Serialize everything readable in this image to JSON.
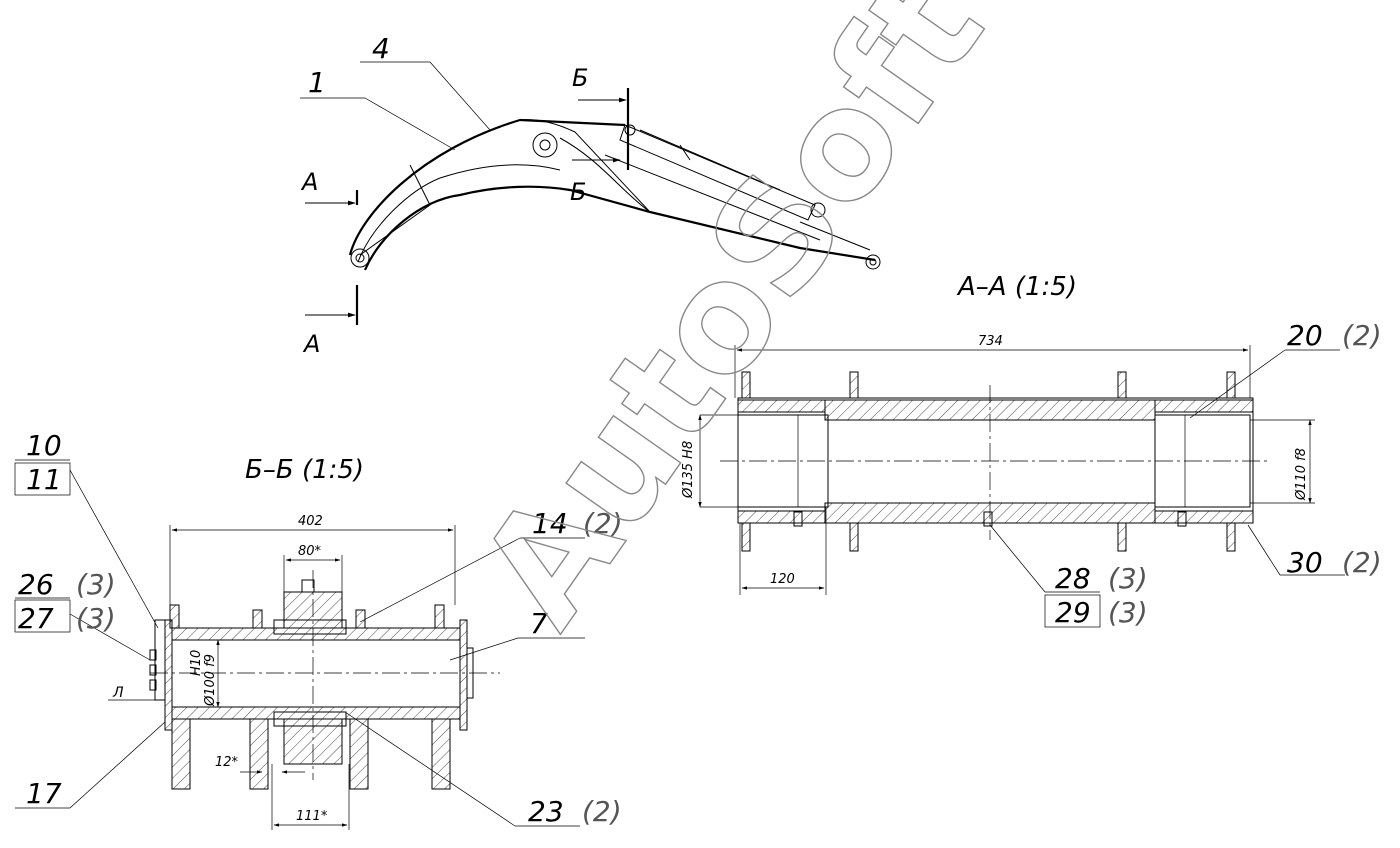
{
  "watermark": "AutoSoft",
  "section_labels": {
    "a_top": "A",
    "a_bottom": "A",
    "b_top": "Б",
    "b_bottom": "Б",
    "section_aa": "A–A (1:5)",
    "section_bb": "Б–Б (1:5)"
  },
  "leaders": {
    "p1": "1",
    "p4": "4",
    "p7": "7",
    "p10": "10",
    "p11": "11",
    "p14": "14",
    "p14_qty": "(2)",
    "p17": "17",
    "p20": "20",
    "p20_qty": "(2)",
    "p23": "23",
    "p23_qty": "(2)",
    "p26": "26",
    "p26_qty": "(3)",
    "p27": "27",
    "p27_qty": "(3)",
    "p28": "28",
    "p28_qty": "(3)",
    "p29": "29",
    "p29_qty": "(3)",
    "p30": "30",
    "p30_qty": "(2)"
  },
  "dimensions": {
    "aa_length": "734",
    "aa_bore": "Ø135 H8",
    "aa_shaft": "Ø110 f8",
    "aa_offset": "120",
    "bb_length": "402",
    "bb_hub": "80*",
    "bb_shaft": "Ø100 f9",
    "bb_fit": "H10",
    "bb_small": "12*",
    "bb_spacing": "111*",
    "bb_mark": "Л"
  }
}
